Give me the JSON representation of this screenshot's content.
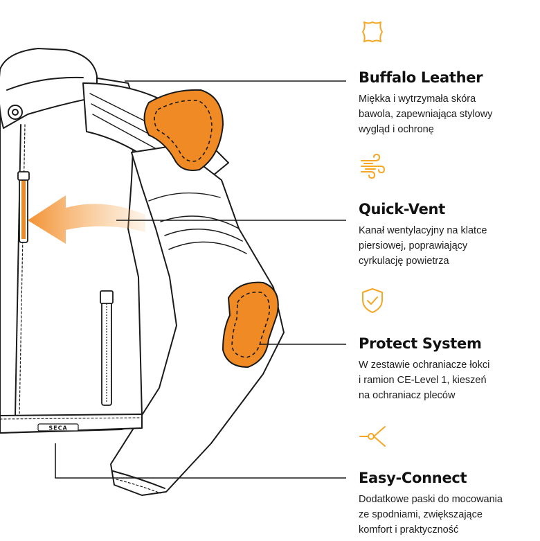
{
  "colors": {
    "accent": "#F5A623",
    "armor": "#F08A24",
    "line": "#1a1a1a"
  },
  "jacket_brand": "SECA",
  "features": [
    {
      "icon": "leather-hide-icon",
      "title": "Buffalo Leather",
      "desc_lines": [
        "Miękka i wytrzymała skóra",
        "bawola, zapewniająca stylowy",
        "wygląd i ochronę"
      ]
    },
    {
      "icon": "air-flow-icon",
      "title": "Quick-Vent",
      "desc_lines": [
        "Kanał wentylacyjny na klatce",
        "piersiowej, poprawiający",
        "cyrkulację powietrza"
      ]
    },
    {
      "icon": "shield-check-icon",
      "title": "Protect System",
      "desc_lines": [
        "W zestawie ochraniacze łokci",
        "i ramion CE-Level 1, kieszeń",
        "na ochraniacz pleców"
      ]
    },
    {
      "icon": "connector-icon",
      "title": "Easy-Connect",
      "desc_lines": [
        "Dodatkowe paski do mocowania",
        "ze spodniami, zwiększające",
        "komfort i praktyczność"
      ]
    }
  ]
}
